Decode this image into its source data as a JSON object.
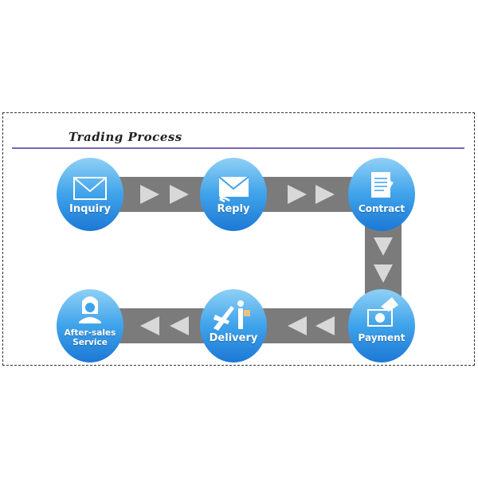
{
  "title": "Trading Process",
  "colors": {
    "accent": "#2a8ee0",
    "band": "#7b7b7b",
    "arrow": "#d8d8d8",
    "rule": "#7766bb"
  },
  "steps": [
    {
      "label": "Inquiry",
      "icon": "envelope-icon"
    },
    {
      "label": "Reply",
      "icon": "reply-envelope-icon"
    },
    {
      "label": "Contract",
      "icon": "document-pen-icon"
    },
    {
      "label": "Payment",
      "icon": "money-hand-icon"
    },
    {
      "label": "Delivery",
      "icon": "airplane-courier-icon"
    },
    {
      "label": "After-sales Service",
      "line1": "After-sales",
      "line2": "Service",
      "icon": "support-agent-icon"
    }
  ]
}
